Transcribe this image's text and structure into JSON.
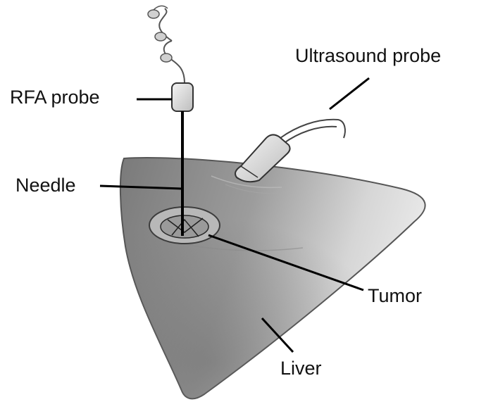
{
  "labels": {
    "ultrasound_probe": "Ultrasound probe",
    "rfa_probe": "RFA probe",
    "needle": "Needle",
    "tumor": "Tumor",
    "liver": "Liver"
  },
  "colors": {
    "liver_light": "#e4e4e4",
    "liver_dark": "#6f6f6f",
    "leader_line": "#000000",
    "text": "#111111"
  }
}
